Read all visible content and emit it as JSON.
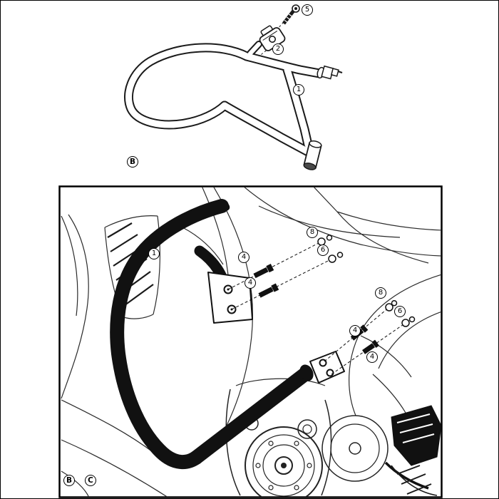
{
  "top_diagram": {
    "section_label": "B",
    "callouts": [
      {
        "id": "5"
      },
      {
        "id": "2"
      },
      {
        "id": "1"
      }
    ]
  },
  "bottom_diagram": {
    "section_labels": [
      "B",
      "C"
    ],
    "callouts": [
      {
        "id": "1"
      },
      {
        "id": "4"
      },
      {
        "id": "4"
      },
      {
        "id": "8"
      },
      {
        "id": "6"
      },
      {
        "id": "8"
      },
      {
        "id": "6"
      },
      {
        "id": "4"
      },
      {
        "id": "4"
      }
    ]
  },
  "colors": {
    "ink": "#1a1a1a",
    "paper": "#ffffff",
    "guard": "#111111"
  }
}
